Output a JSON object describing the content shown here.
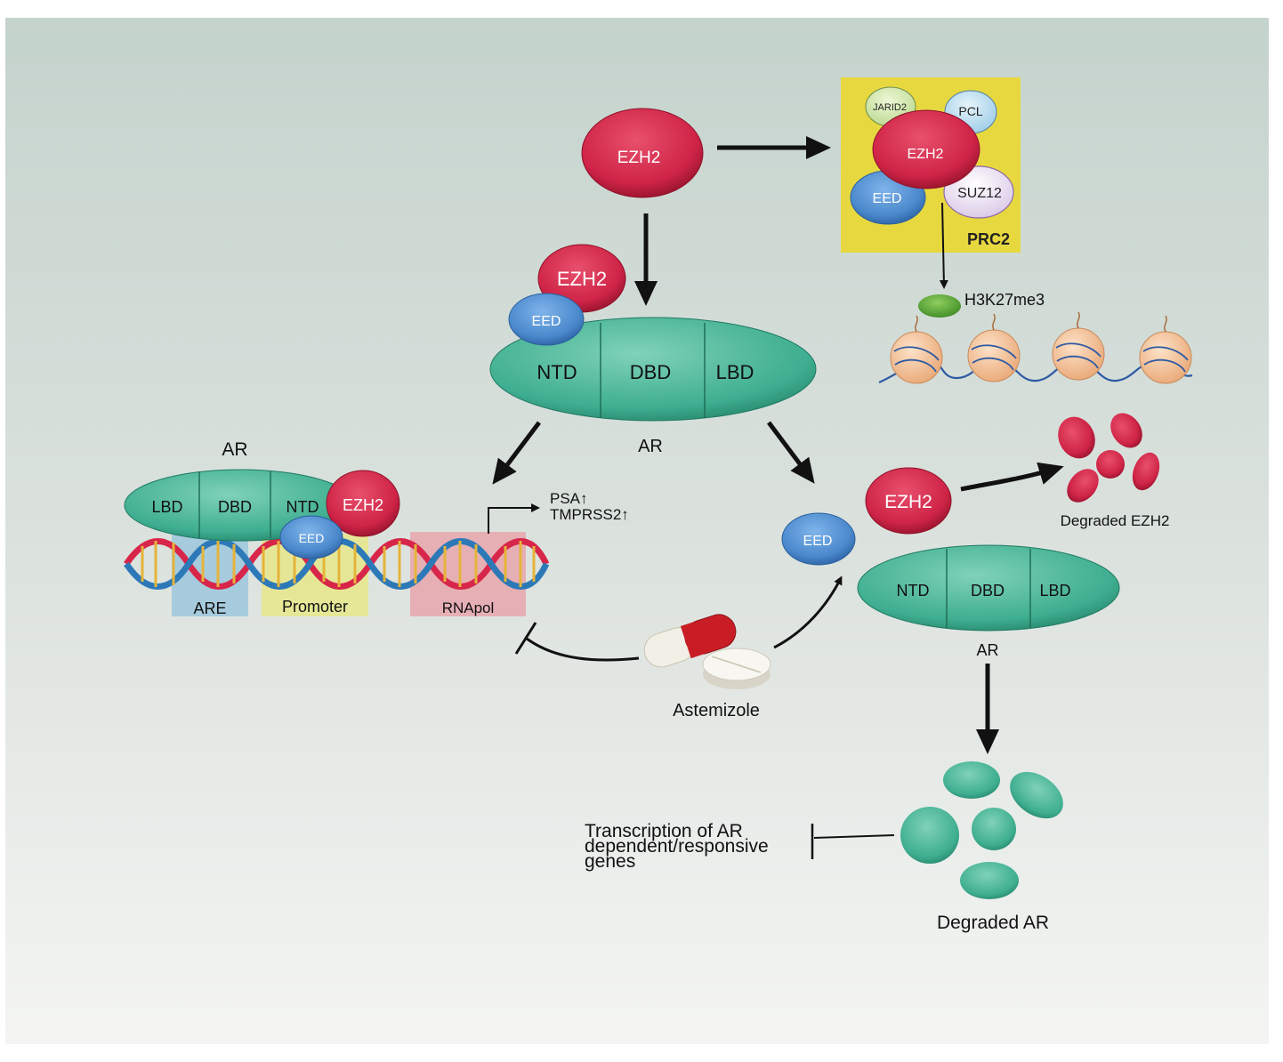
{
  "colors": {
    "ezh2": "#d42a4c",
    "eed": "#4f8fd2",
    "ar": "#3fae90",
    "prc2_box": "#e8d840",
    "are_box": "#9cc7dc",
    "promoter_box": "#e7e78a",
    "rnapol_box": "#e7a6ad",
    "arrow": "#111111",
    "background_top": "#c8d6d0",
    "background_bottom": "#f3f4f2"
  },
  "top_ezh2": {
    "label": "EZH2"
  },
  "prc2": {
    "label": "PRC2",
    "ezh2": "EZH2",
    "jarid2": "JARID2",
    "pcl": "PCL",
    "eed": "EED",
    "suz12": "SUZ12",
    "mark": "H3K27me3"
  },
  "ar_complex": {
    "ezh2": "EZH2",
    "eed": "EED",
    "domains": [
      "NTD",
      "DBD",
      "LBD"
    ],
    "label": "AR"
  },
  "dna_panel": {
    "ar_label": "AR",
    "domains": [
      "LBD",
      "DBD",
      "NTD"
    ],
    "ezh2": "EZH2",
    "eed": "EED",
    "are": "ARE",
    "promoter": "Promoter",
    "rnapol": "RNApol",
    "gene1": "PSA↑",
    "gene2": "TMPRSS2↑"
  },
  "drug": {
    "label": "Astemizole"
  },
  "free_ezh2": {
    "label": "EZH2"
  },
  "free_eed": {
    "label": "EED"
  },
  "degraded_ezh2": {
    "label": "Degraded EZH2"
  },
  "free_ar": {
    "domains": [
      "NTD",
      "DBD",
      "LBD"
    ],
    "label": "AR"
  },
  "degraded_ar": {
    "label": "Degraded AR"
  },
  "transcription": {
    "line1": "Transcription of AR",
    "line2": "dependent/responsive",
    "line3": "genes"
  }
}
